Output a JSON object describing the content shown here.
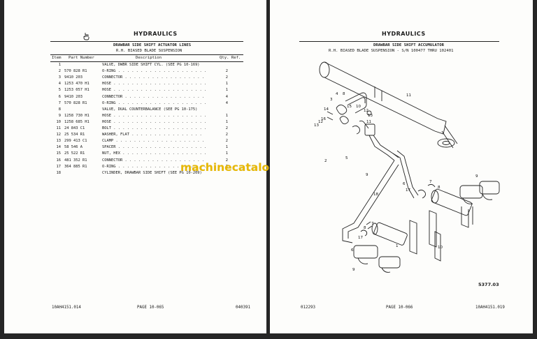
{
  "left_page": {
    "header": "HYDRAULICS",
    "title": "DRAWBAR SIDE SHIFT ACTUATOR LINES",
    "subtitle": "R.H. BIASED BLADE SUSPENSION",
    "columns": {
      "item": "Item",
      "part": "Part Number",
      "desc": "Description",
      "qty": "Qty. Ref."
    },
    "rows": [
      {
        "item": "1",
        "part": "",
        "desc": "VALVE, DWBR SIDE SHIFT CYL. (SEE PG 10-169)",
        "qty": ""
      },
      {
        "item": "2",
        "part": "570 828 R1",
        "desc": "O-RING . . . . . . . . . . . . . . . . . . . .",
        "qty": "2"
      },
      {
        "item": "3",
        "part": "9410 203",
        "desc": "CONNECTOR . . . . . . . . . . . . . . . . . .",
        "qty": "2"
      },
      {
        "item": "4",
        "part": "1253 470 H1",
        "desc": "HOSE . . . . . . . . . . . . . . . . . . . . .",
        "qty": "1"
      },
      {
        "item": "5",
        "part": "1253 057 H1",
        "desc": "HOSE . . . . . . . . . . . . . . . . . . . . .",
        "qty": "1"
      },
      {
        "item": "6",
        "part": "9410 203",
        "desc": "CONNECTOR . . . . . . . . . . . . . . . . . .",
        "qty": "4"
      },
      {
        "item": "7",
        "part": "570 828 R1",
        "desc": "O-RING . . . . . . . . . . . . . . . . . . . .",
        "qty": "4"
      },
      {
        "item": "8",
        "part": "",
        "desc": "VALVE, DUAL COUNTERBALANCE (SEE PG 10-175)",
        "qty": ""
      },
      {
        "item": "9",
        "part": "1258 730 H1",
        "desc": "HOSE . . . . . . . . . . . . . . . . . . . . .",
        "qty": "1"
      },
      {
        "item": "10",
        "part": "1258 685 H1",
        "desc": "HOSE . . . . . . . . . . . . . . . . . . . . .",
        "qty": "1"
      },
      {
        "item": "11",
        "part": "24 843 C1",
        "desc": "BOLT . . . . . . . . . . . . . . . . . . . . .",
        "qty": "2"
      },
      {
        "item": "12",
        "part": "25 534 R1",
        "desc": "WASHER, FLAT . . . . . . . . . . . . . . . .",
        "qty": "2"
      },
      {
        "item": "13",
        "part": "299 413 C1",
        "desc": "CLAMP . . . . . . . . . . . . . . . . . . . .",
        "qty": "2"
      },
      {
        "item": "14",
        "part": "58 546 A",
        "desc": "SPACER . . . . . . . . . . . . . . . . . . . .",
        "qty": "1"
      },
      {
        "item": "15",
        "part": "25 522 R1",
        "desc": "NUT, HEX . . . . . . . . . . . . . . . . . . .",
        "qty": "1"
      },
      {
        "item": "16",
        "part": "481 352 R1",
        "desc": "CONNECTOR . . . . . . . . . . . . . . . . . .",
        "qty": "2"
      },
      {
        "item": "17",
        "part": "364 885 R1",
        "desc": "O-RING . . . . . . . . . . . . . . . . . . . .",
        "qty": "2"
      },
      {
        "item": "18",
        "part": "",
        "desc": "CYLINDER, DRAWBAR SIDE SHIFT (SEE PG 10-209)",
        "qty": ""
      }
    ],
    "footer": {
      "left": "10AH4151.014",
      "center": "PAGE 10-065",
      "right": "040391"
    }
  },
  "right_page": {
    "header": "HYDRAULICS",
    "title": "DRAWBAR SIDE SHIFT ACCUMULATOR",
    "subtitle": "R.H. BIASED BLADE SUSPENSION - S/N 100477 THRU 102401",
    "figure_number": "5377.03",
    "callouts": [
      "1",
      "2",
      "3",
      "4",
      "5",
      "6",
      "7",
      "8",
      "9",
      "10",
      "11",
      "12",
      "13",
      "14",
      "15",
      "16",
      "17",
      "18"
    ],
    "footer": {
      "left": "012293",
      "center": "PAGE 10-066",
      "right": "10AH4151.019"
    }
  },
  "watermark": "machinecatalogic.com",
  "icons": {
    "hand": "pointing-hand-icon"
  },
  "colors": {
    "page": "#fdfdfb",
    "background": "#262626",
    "watermark": "#e8b800"
  }
}
